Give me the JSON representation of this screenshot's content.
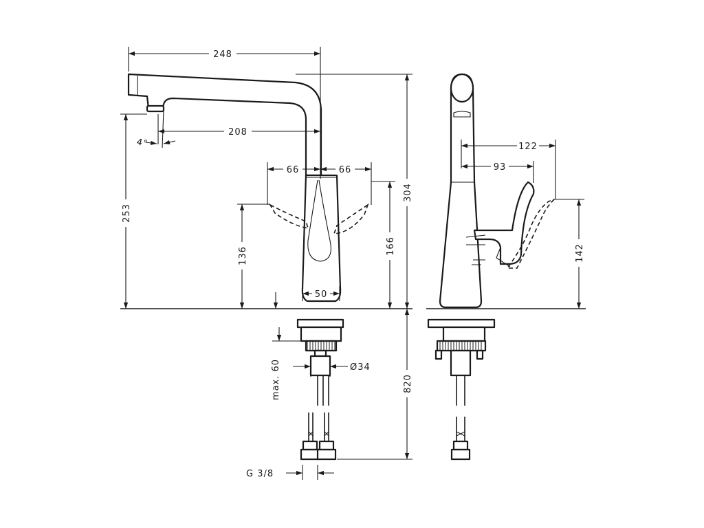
{
  "front_view": {
    "dimensions": {
      "spout_reach_total": "248",
      "spout_reach_outlet": "208",
      "spout_angle": "4°",
      "handle_swing_left": "66",
      "handle_swing_right": "66",
      "outlet_height": "253",
      "overall_height": "304",
      "handle_base_height": "136",
      "handle_height": "166",
      "base_diameter": "50",
      "max_deck_thickness": "max. 60",
      "mounting_hole": "Ø34",
      "hose_length": "820",
      "connection_thread": "G 3/8"
    }
  },
  "side_view": {
    "dimensions": {
      "handle_reach_max": "122",
      "handle_reach": "93",
      "handle_height_side": "142"
    }
  }
}
